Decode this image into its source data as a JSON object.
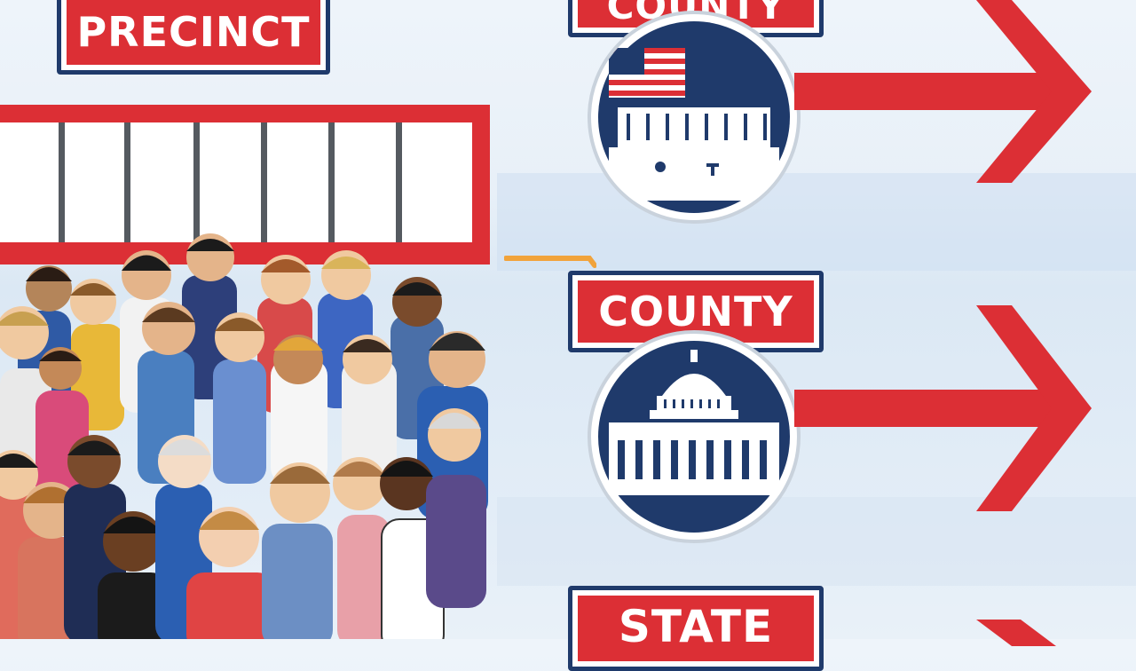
{
  "labels": {
    "precinct": "PRECINCT",
    "county_top": "COUNTY",
    "county_mid": "COUNTY",
    "state": "STATE"
  },
  "colors": {
    "red": "#dc2f35",
    "navy": "#1f3a6b",
    "sky": "#e8f0f8"
  },
  "icons": {
    "seal_top": "flag-building-seal-icon",
    "seal_mid": "capitol-dome-seal-icon",
    "arrow": "right-arrow-icon",
    "crowd": "crowd-of-people-illustration"
  }
}
